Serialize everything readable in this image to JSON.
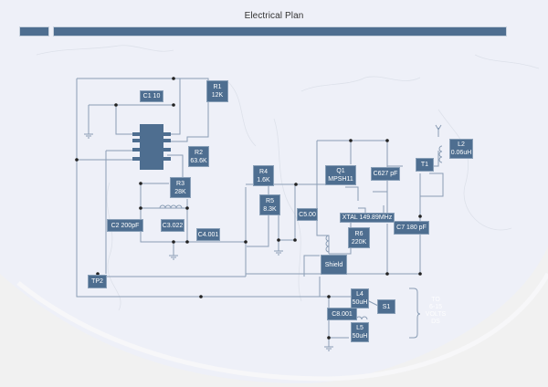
{
  "title": "Electrical Plan",
  "colors": {
    "component_fill": "#4e6e90",
    "wire": "#8a9db5",
    "node": "#222222",
    "background": "#eef0f8",
    "header_bar": "#4e6e90"
  },
  "components": {
    "c1": {
      "name": "C1",
      "value": "10"
    },
    "r1": {
      "name": "R1",
      "value": "12K"
    },
    "r2": {
      "name": "R2",
      "value": "63.6K"
    },
    "r3": {
      "name": "R3",
      "value": "28K"
    },
    "c2": {
      "name": "C2",
      "value": "200pF"
    },
    "c3": {
      "name": "C3",
      "value": ".022"
    },
    "c4": {
      "name": "C4",
      "value": ".001"
    },
    "r4": {
      "name": "R4",
      "value": "1.6K"
    },
    "r5": {
      "name": "R5",
      "value": "8.3K"
    },
    "c5": {
      "name": "C5",
      "value": ".00"
    },
    "q1": {
      "name": "Q1",
      "value": "MPSH11"
    },
    "c6": {
      "name": "C6",
      "value": "27 pF"
    },
    "xtal": {
      "name": "XTAL",
      "value": "149.89MHz"
    },
    "r6": {
      "name": "R6",
      "value": "220K"
    },
    "c7": {
      "name": "C7",
      "value": "180 pF"
    },
    "t1": {
      "name": "T1"
    },
    "l2": {
      "name": "L2",
      "value": "0.06uH"
    },
    "shield": {
      "name": "Shield"
    },
    "tp2": {
      "name": "TP2"
    },
    "l4": {
      "name": "L4",
      "value": "50uH"
    },
    "s1": {
      "name": "S1"
    },
    "c8": {
      "name": "C8",
      "value": ".001"
    },
    "l5": {
      "name": "L5",
      "value": "50uH"
    }
  },
  "labels": {
    "c1": "C1 10",
    "c2": "C2 200pF",
    "c3": "C3.022",
    "c4": "C4.001",
    "c5": "C5.00",
    "c6": "C627 pF",
    "c7": "C7 180 pF",
    "c8": "C8.001",
    "xtal": "XTAL 149.89MHz"
  },
  "supply_note": [
    "TO",
    "6-15",
    "VOLTS",
    "DS"
  ]
}
